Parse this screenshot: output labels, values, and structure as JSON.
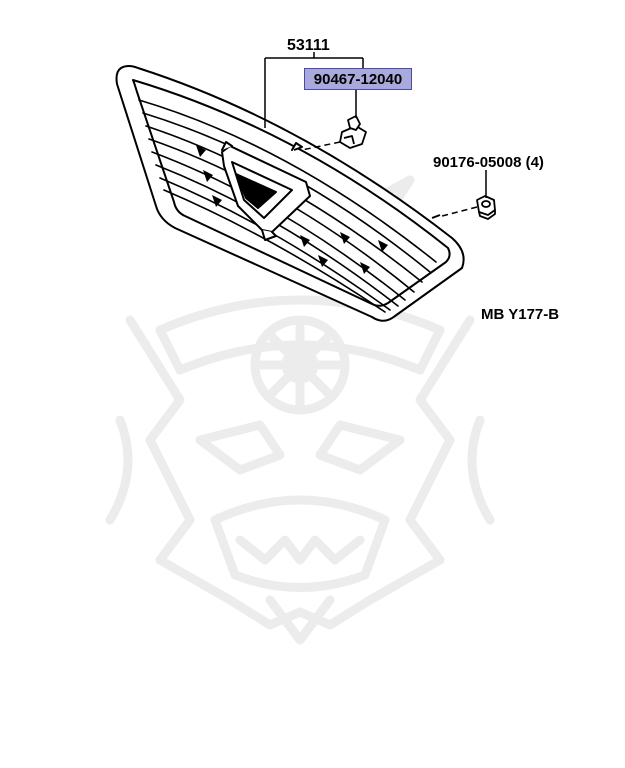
{
  "diagram": {
    "parts": {
      "grille_assembly": "53111",
      "clip": "90467-12040",
      "nut": "90176-05008 (4)"
    },
    "diagram_code": "MB Y177-B",
    "highlight_color": "#a9a9dc",
    "highlight_border_color": "#4a4aa8",
    "line_color": "#000000",
    "watermark_color": "#ededed"
  }
}
